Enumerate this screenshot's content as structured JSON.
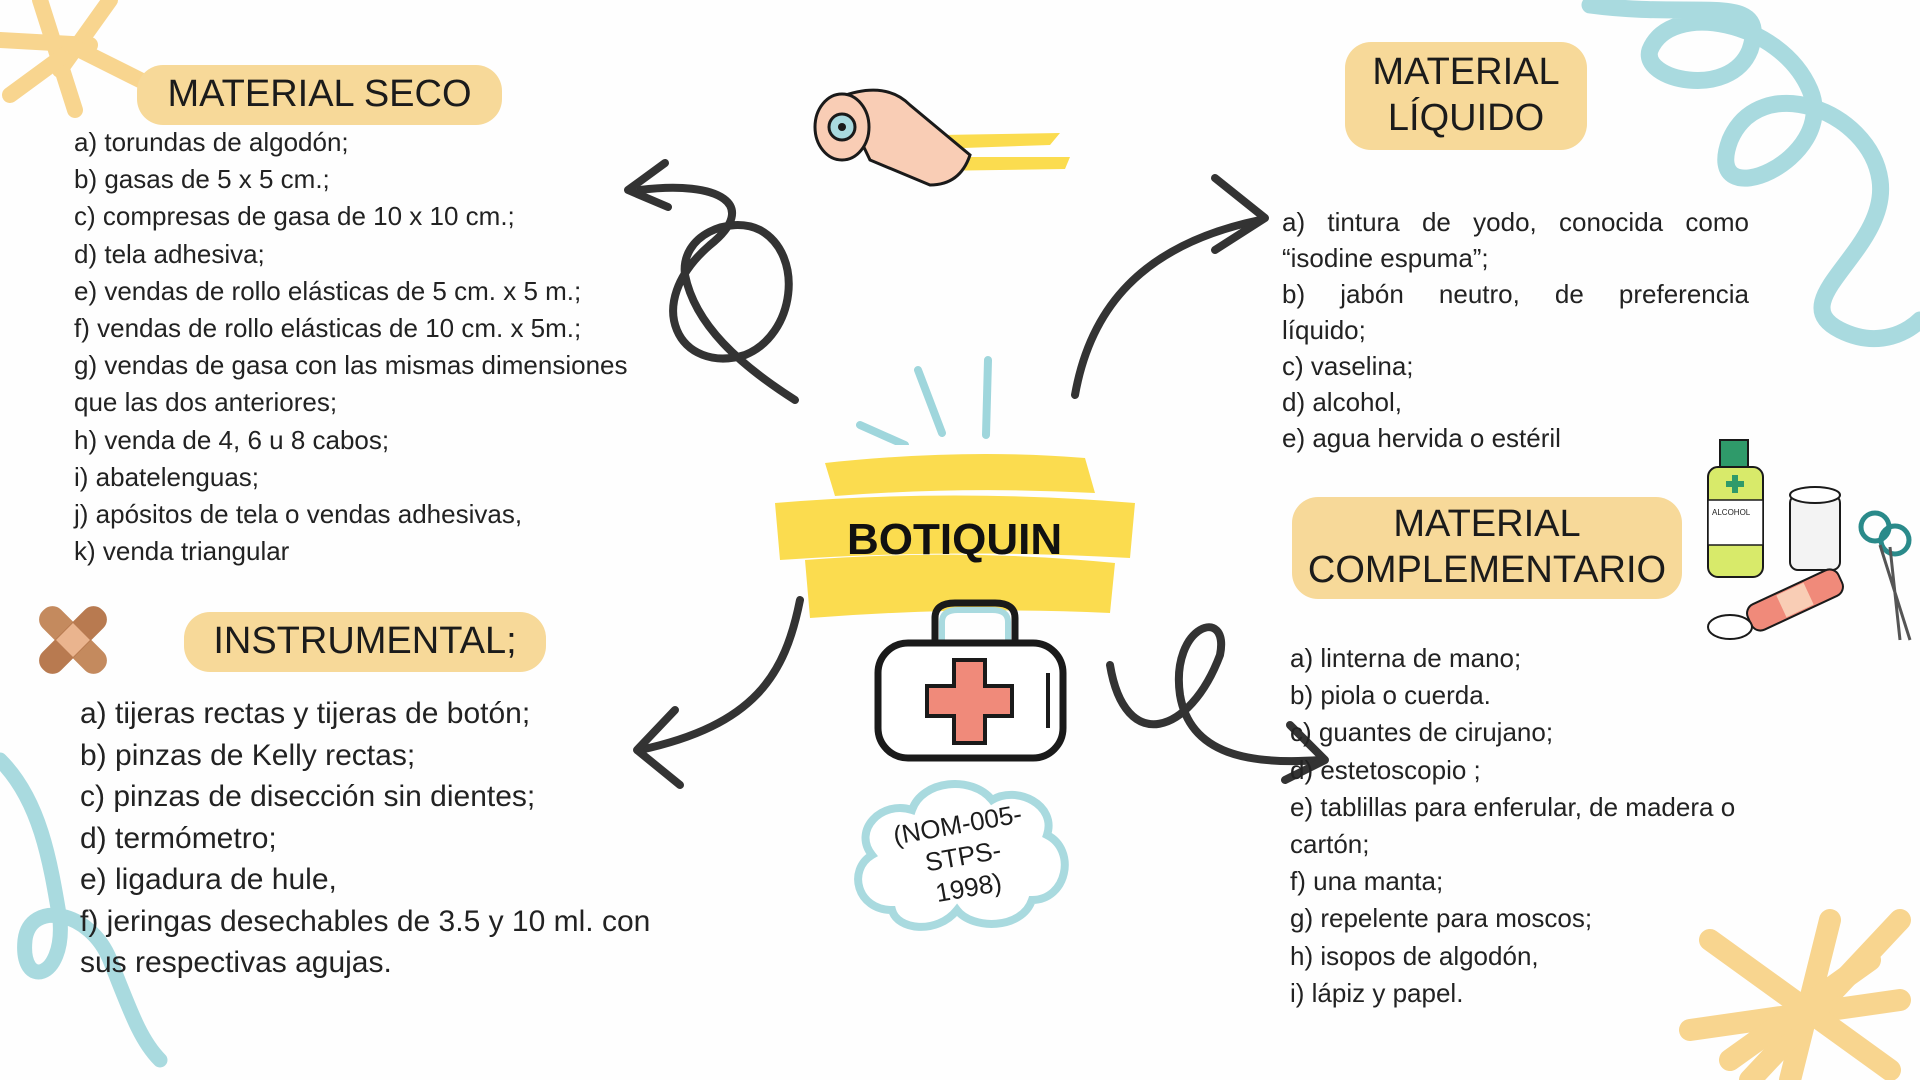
{
  "center": {
    "title": "BOTIQUIN",
    "norm_lines": [
      "(NOM-005-",
      "STPS-",
      "1998)"
    ]
  },
  "material_seco": {
    "heading": "MATERIAL SECO",
    "items": [
      "a) torundas de algodón;",
      "b) gasas de 5 x 5 cm.;",
      "c) compresas de gasa de 10 x 10 cm.;",
      "d) tela adhesiva;",
      "e) vendas de rollo elásticas de 5 cm. x 5 m.;",
      "f) vendas de rollo elásticas de 10 cm. x 5m.;",
      "g) vendas de gasa con las mismas dimensiones",
      "que las dos anteriores;",
      "h) venda de 4, 6 u 8 cabos;",
      "i) abatelenguas;",
      "j) apósitos de tela o vendas adhesivas,",
      "k) venda triangular"
    ]
  },
  "material_liquido": {
    "heading_lines": [
      "MATERIAL",
      "LÍQUIDO"
    ],
    "items": [
      "a) tintura de yodo, conocida como",
      "“isodine espuma”;",
      "b) jabón neutro, de preferencia",
      "líquido;",
      "c) vaselina;",
      "d) alcohol,",
      "e) agua hervida o estéril"
    ]
  },
  "instrumental": {
    "heading": "INSTRUMENTAL;",
    "items": [
      "a) tijeras rectas y tijeras de botón;",
      "b) pinzas de Kelly rectas;",
      "c) pinzas de disección sin dientes;",
      "d) termómetro;",
      "e) ligadura de hule,",
      "f) jeringas desechables de 3.5 y 10 ml. con",
      "sus respectivas agujas."
    ]
  },
  "material_complementario": {
    "heading_lines": [
      "MATERIAL",
      "COMPLEMENTARIO"
    ],
    "items": [
      "a) linterna de mano;",
      "b) piola o cuerda.",
      "c) guantes de cirujano;",
      "d) estetoscopio ;",
      "e) tablillas para enferular, de madera o",
      "cartón;",
      "f) una manta;",
      "g) repelente para moscos;",
      "h) isopos de algodón,",
      "i) lápiz y papel."
    ]
  },
  "icons": {
    "bandage_roll": "bandage-roll-icon",
    "plaster": "plaster-icon",
    "first_aid_kit": "first-aid-kit-icon",
    "alcohol_supplies": "alcohol-supplies-icon",
    "alcohol_label": "ALCOHOL"
  },
  "colors": {
    "heading_bg": "#f7d999",
    "yellow_brush": "#fbdc4f",
    "teal": "#9fd6dc",
    "orange_deco": "#f8d58f",
    "arrow": "#333333",
    "cross": "#f08a7a"
  }
}
